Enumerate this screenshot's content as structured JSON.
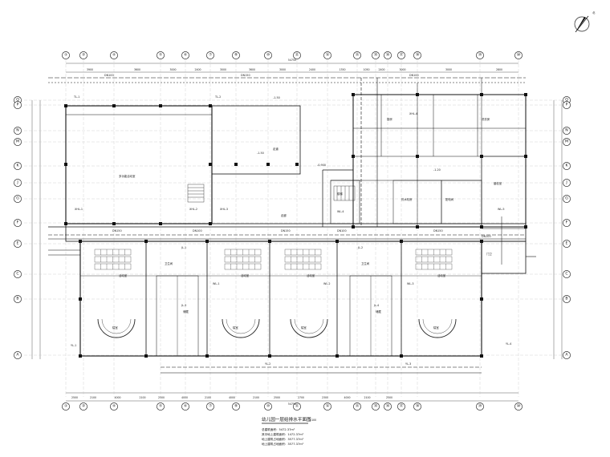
{
  "drawing": {
    "title": "幼儿园一层给排水平面图",
    "scale": "1:100",
    "stats": [
      "总建筑面积：5472.37m²",
      "其中地上建筑面积：1472.37m²",
      "地上建筑占地面积：3577.37m²",
      "地上建筑占地面积：3577.37m²"
    ],
    "north_label": "北"
  },
  "axes": {
    "top": [
      "①",
      "②",
      "④",
      "⑤",
      "⑥",
      "⑦",
      "⑨",
      "⑩",
      "⑪",
      "⑫",
      "⑬",
      "⑮",
      "⑯",
      "⑰",
      "⑱",
      "⑲",
      "⑳"
    ],
    "bottom": [
      "①",
      "②",
      "④",
      "⑤",
      "⑥",
      "⑦",
      "⑨",
      "⑩",
      "⑪",
      "⑫",
      "⑬",
      "⑮",
      "⑯",
      "⑰",
      "⑱",
      "⑲",
      "⑳"
    ],
    "left": [
      "Q",
      "P",
      "N",
      "M",
      "K",
      "J",
      "G",
      "F",
      "E",
      "C",
      "B",
      "A"
    ],
    "right": [
      "Q",
      "P",
      "N",
      "M",
      "K",
      "J",
      "G",
      "F",
      "E",
      "C",
      "B",
      "A"
    ]
  },
  "dimensions": {
    "top": [
      "3900",
      "3600",
      "3000",
      "2400",
      "3000",
      "3600",
      "3000",
      "2400",
      "1350",
      "1050",
      "2400",
      "3000",
      "3000",
      "2800"
    ],
    "top_total": "54750",
    "bottom": [
      "2500",
      "2100",
      "4000",
      "2100",
      "2500",
      "4000",
      "2100",
      "4000",
      "2100",
      "2500",
      "2700",
      "2300",
      "4000",
      "2100",
      "2500"
    ],
    "bottom_total": "54750"
  },
  "rooms": [
    "多功能活动室",
    "厨房",
    "走道",
    "走廊",
    "活动室",
    "寝室",
    "卫生间",
    "储藏",
    "楼梯",
    "配电间",
    "热水机房",
    "洗衣房",
    "门卫",
    "晨检室"
  ],
  "pipe_labels": [
    "DN100",
    "DN150",
    "DN100",
    "DN150",
    "DN100",
    "DN150",
    "DN100",
    "DN150",
    "DN100",
    "JL-1",
    "JL-2",
    "JL-3",
    "JL-4",
    "WL-1",
    "WL-2",
    "WL-3",
    "WL-4",
    "WL-5",
    "YL-1",
    "YL-2",
    "YL-3",
    "YL-4",
    "XHL-1",
    "XHL-2",
    "XHL-3",
    "XHL-4",
    "TL-1",
    "TL-2"
  ],
  "elevations": [
    "-1.50",
    "-1.50",
    "-0.900",
    "-1.20"
  ]
}
